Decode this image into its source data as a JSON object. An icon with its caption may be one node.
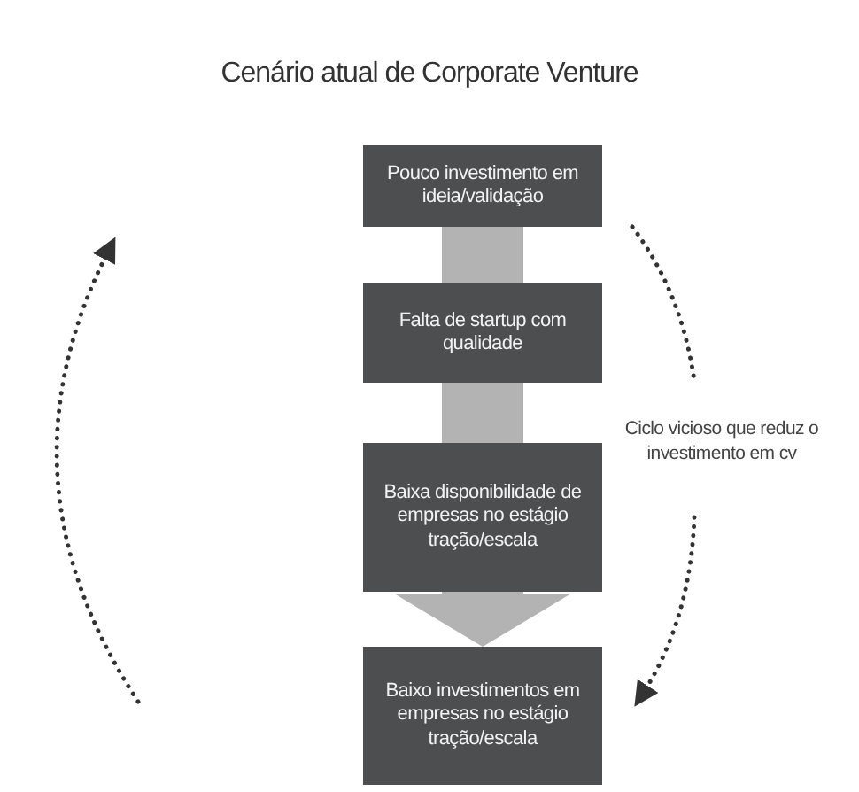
{
  "diagram": {
    "title": "Cenário atual de Corporate Venture",
    "nodes": [
      {
        "text": [
          "Pouco investimento em ideia/validação"
        ]
      },
      {
        "text": [
          "Falta de startup com qualidade"
        ]
      },
      {
        "text": [
          "Baixa disponibilidade de empresas no estágio tração/escala"
        ]
      },
      {
        "text": [
          "Baixo investimentos em empresas no estágio tração/escala"
        ]
      }
    ],
    "edges": [
      {
        "from": 0,
        "to": 1,
        "arrow": "none"
      },
      {
        "from": 1,
        "to": 2,
        "arrow": "none"
      },
      {
        "from": 2,
        "to": 3,
        "arrow": "to"
      }
    ],
    "labels": [
      "Ciclo vicioso que reduz o investimento em cv"
    ]
  }
}
